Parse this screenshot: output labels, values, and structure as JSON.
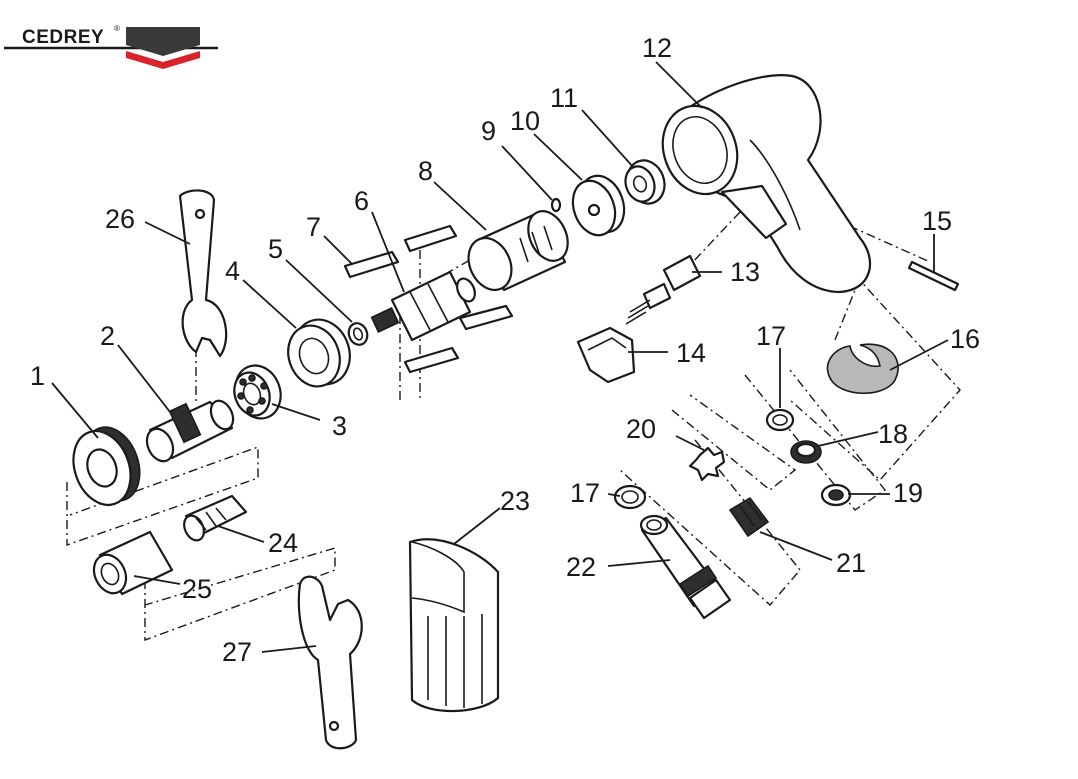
{
  "brand": {
    "name": "CEDREY",
    "mark": "®",
    "colors": {
      "dark": "#3a3a3a",
      "red": "#d8232a"
    }
  },
  "callouts": [
    {
      "id": "p1",
      "label": "1"
    },
    {
      "id": "p2",
      "label": "2"
    },
    {
      "id": "p3",
      "label": "3"
    },
    {
      "id": "p4",
      "label": "4"
    },
    {
      "id": "p5",
      "label": "5"
    },
    {
      "id": "p6",
      "label": "6"
    },
    {
      "id": "p7",
      "label": "7"
    },
    {
      "id": "p8",
      "label": "8"
    },
    {
      "id": "p9",
      "label": "9"
    },
    {
      "id": "p10",
      "label": "10"
    },
    {
      "id": "p11",
      "label": "11"
    },
    {
      "id": "p12",
      "label": "12"
    },
    {
      "id": "p13",
      "label": "13"
    },
    {
      "id": "p14",
      "label": "14"
    },
    {
      "id": "p15",
      "label": "15"
    },
    {
      "id": "p16",
      "label": "16"
    },
    {
      "id": "p17a",
      "label": "17"
    },
    {
      "id": "p17b",
      "label": "17"
    },
    {
      "id": "p18",
      "label": "18"
    },
    {
      "id": "p19",
      "label": "19"
    },
    {
      "id": "p20",
      "label": "20"
    },
    {
      "id": "p21",
      "label": "21"
    },
    {
      "id": "p22",
      "label": "22"
    },
    {
      "id": "p23",
      "label": "23"
    },
    {
      "id": "p24",
      "label": "24"
    },
    {
      "id": "p25",
      "label": "25"
    },
    {
      "id": "p26",
      "label": "26"
    },
    {
      "id": "p27",
      "label": "27"
    }
  ]
}
